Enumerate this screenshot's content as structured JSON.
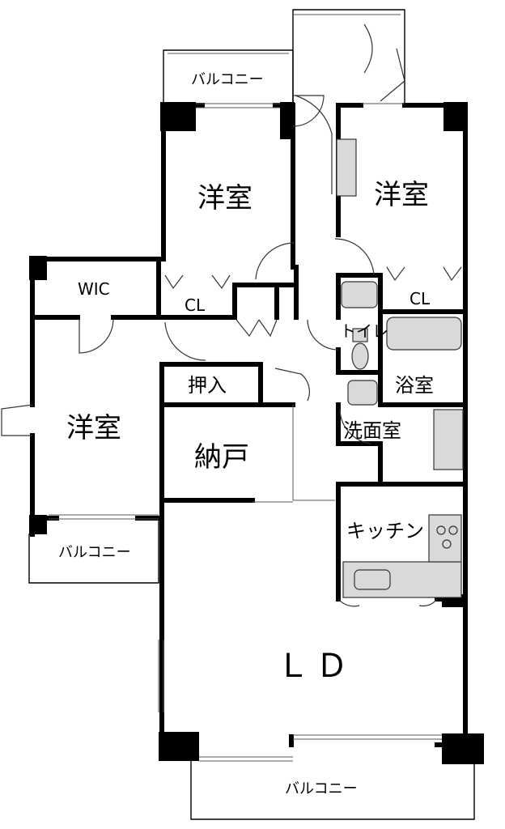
{
  "rooms": {
    "western_top_left": "洋室",
    "western_top_right": "洋室",
    "western_left": "洋室",
    "wic": "WIC",
    "closet_left": "CL",
    "closet_right": "CL",
    "oshiire": "押入",
    "nando": "納戸",
    "toilet": "トイレ",
    "bath": "浴室",
    "washroom": "洗面室",
    "kitchen": "キッチン",
    "ld": "ＬＤ"
  },
  "balconies": {
    "top": "バルコニー",
    "left": "バルコニー",
    "bottom": "バルコニー"
  }
}
